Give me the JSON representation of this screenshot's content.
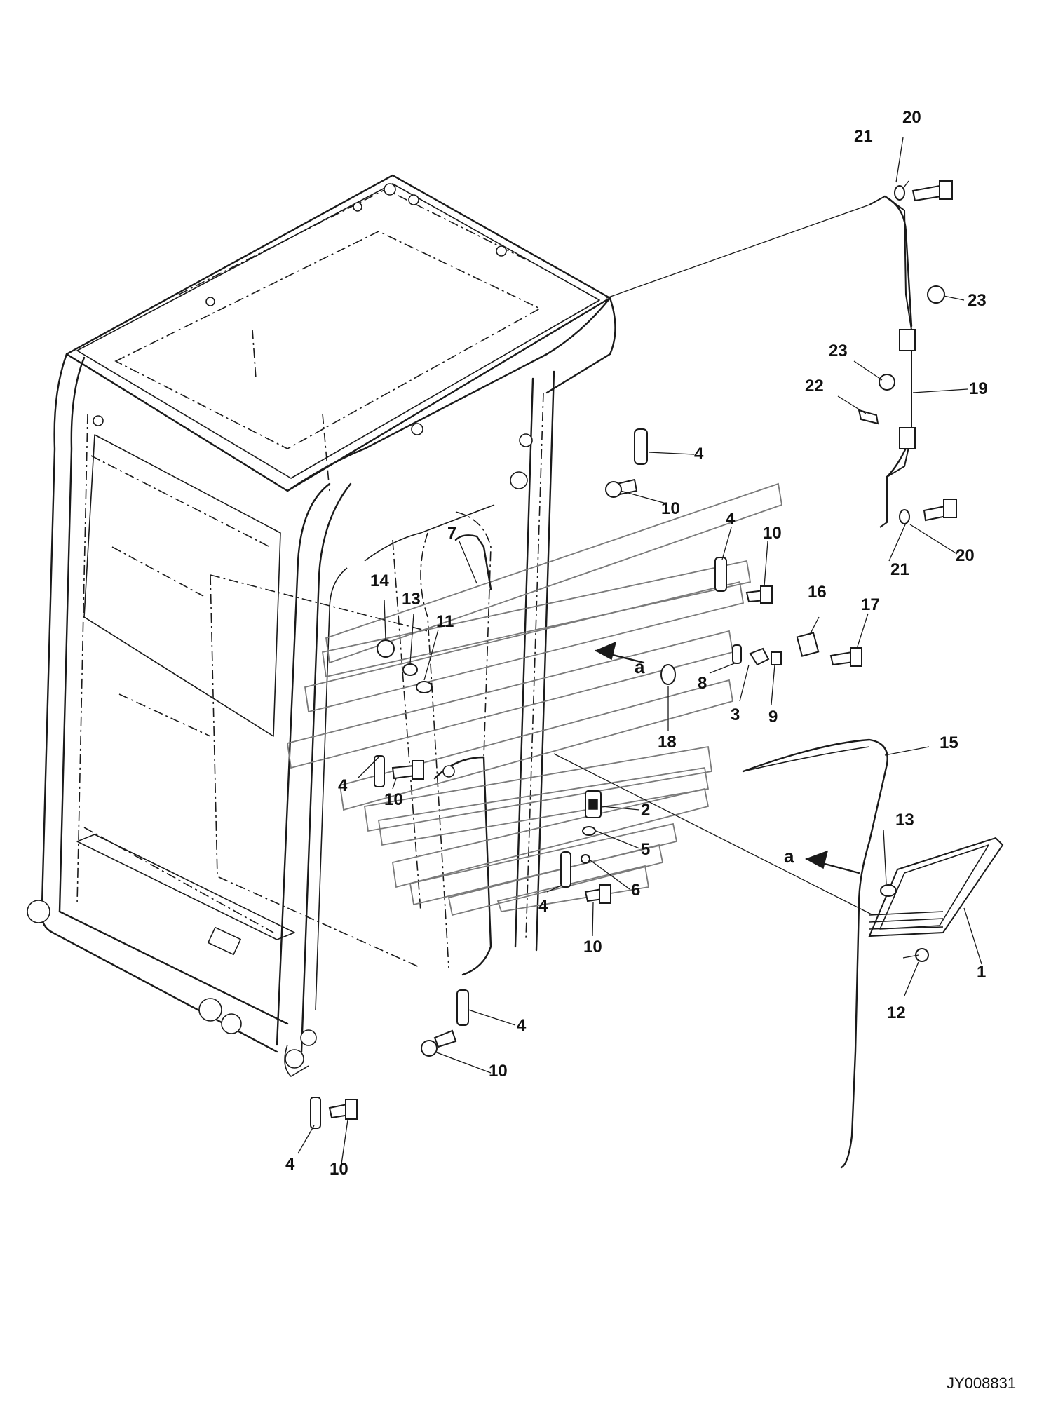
{
  "drawing": {
    "code": "JY008831",
    "view_letter": "a"
  },
  "callouts": [
    {
      "id": "c20-top",
      "label": "20"
    },
    {
      "id": "c21-top",
      "label": "21"
    },
    {
      "id": "c23-right",
      "label": "23"
    },
    {
      "id": "c23-left",
      "label": "23"
    },
    {
      "id": "c22",
      "label": "22"
    },
    {
      "id": "c19",
      "label": "19"
    },
    {
      "id": "c4-a",
      "label": "4"
    },
    {
      "id": "c10-a",
      "label": "10"
    },
    {
      "id": "c7",
      "label": "7"
    },
    {
      "id": "c4-b",
      "label": "4"
    },
    {
      "id": "c10-b",
      "label": "10"
    },
    {
      "id": "c21-bot",
      "label": "21"
    },
    {
      "id": "c20-bot",
      "label": "20"
    },
    {
      "id": "c14",
      "label": "14"
    },
    {
      "id": "c13-a",
      "label": "13"
    },
    {
      "id": "c11",
      "label": "11"
    },
    {
      "id": "c16",
      "label": "16"
    },
    {
      "id": "c17",
      "label": "17"
    },
    {
      "id": "c8",
      "label": "8"
    },
    {
      "id": "c3",
      "label": "3"
    },
    {
      "id": "c9",
      "label": "9"
    },
    {
      "id": "c18",
      "label": "18"
    },
    {
      "id": "c15",
      "label": "15"
    },
    {
      "id": "c4-c",
      "label": "4"
    },
    {
      "id": "c10-c",
      "label": "10"
    },
    {
      "id": "c2",
      "label": "2"
    },
    {
      "id": "c5",
      "label": "5"
    },
    {
      "id": "c6",
      "label": "6"
    },
    {
      "id": "c13-b",
      "label": "13"
    },
    {
      "id": "c4-d",
      "label": "4"
    },
    {
      "id": "c10-d",
      "label": "10"
    },
    {
      "id": "c1",
      "label": "1"
    },
    {
      "id": "c12",
      "label": "12"
    },
    {
      "id": "c4-e",
      "label": "4"
    },
    {
      "id": "c10-e",
      "label": "10"
    },
    {
      "id": "c4-f",
      "label": "4"
    },
    {
      "id": "c10-f",
      "label": "10"
    }
  ]
}
